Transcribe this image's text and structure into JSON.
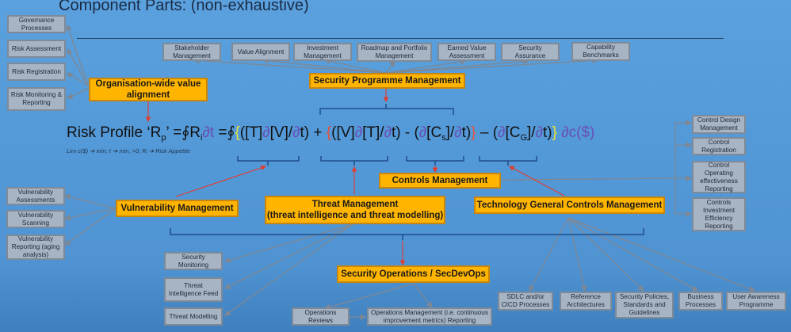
{
  "title": "Component Parts: (non-exhaustive)",
  "governance": {
    "hub": "Organisation-wide value alignment",
    "items": [
      "Governance Processes",
      "Risk Assessment",
      "Risk Registration",
      "Risk Monitoring & Reporting"
    ]
  },
  "programme": {
    "hub": "Security Programme Management",
    "items": [
      "Stakeholder Management",
      "Value Alignment",
      "Investment Management",
      "Roadmap and Portfolio Management",
      "Earned Value Assessment",
      "Security Assurance",
      "Capability Benchmarks"
    ]
  },
  "equation": {
    "lhs": "Risk Profile ‘R",
    "lhs_sub": "p",
    "lhs_close": "’ =",
    "oint": "∮",
    "ri": "R",
    "ri_sub": "i",
    "dt": "∂t",
    "eq2": " =",
    "open_y": "{",
    "term1a": "([T]",
    "d": "∂",
    "term1b": "[V]/",
    "term1c": "t)",
    "plus": " + ",
    "open_r": "{",
    "term2a": "([V]",
    "term2b": "[T]/",
    "term2c": "t) - (",
    "term3a": "[C",
    "term3_sub": "s",
    "term3b": "]/",
    "term3c": "t)",
    "close_r": "}",
    "minus": " – (",
    "term4a": "[C",
    "term4_sub": "G",
    "term4b": "]/",
    "term4c": "t)",
    "close_y": "}",
    "tail": " ∂c($)",
    "limit_note": "Lim c($) ➔ min; t ➔ min, >0;  Rᵢ ➔ Risk Appetite"
  },
  "controls": {
    "hub": "Controls Management",
    "items": [
      "Control Design Management",
      "Control Registration",
      "Control Operating effectiveness Reporting",
      "Controls Investment Efficiency Reporting"
    ]
  },
  "vulnerability": {
    "hub": "Vulnerability Management",
    "items": [
      "Vulnerability Assessments",
      "Vulnerability Scanning",
      "Vulnerability Reporting (aging analysis)"
    ]
  },
  "threat": {
    "hub_line1": "Threat Management",
    "hub_line2": "(threat intelligence and threat modelling)",
    "items": [
      "Security Monitoring",
      "Threat Intelligence Feed",
      "Threat Modelling"
    ]
  },
  "tgc": {
    "hub": "Technology General Controls Management",
    "items": [
      "SDLC and/or CICD Processes",
      "Reference Architectures",
      "Security Policies, Standards and Guidelines",
      "Business Processes",
      "User Awareness Programme"
    ]
  },
  "secops": {
    "hub": "Security Operations / SecDevOps",
    "items": [
      "Operations Reviews",
      "Operations Management (i.e. continuous improvement metrics) Reporting"
    ]
  }
}
